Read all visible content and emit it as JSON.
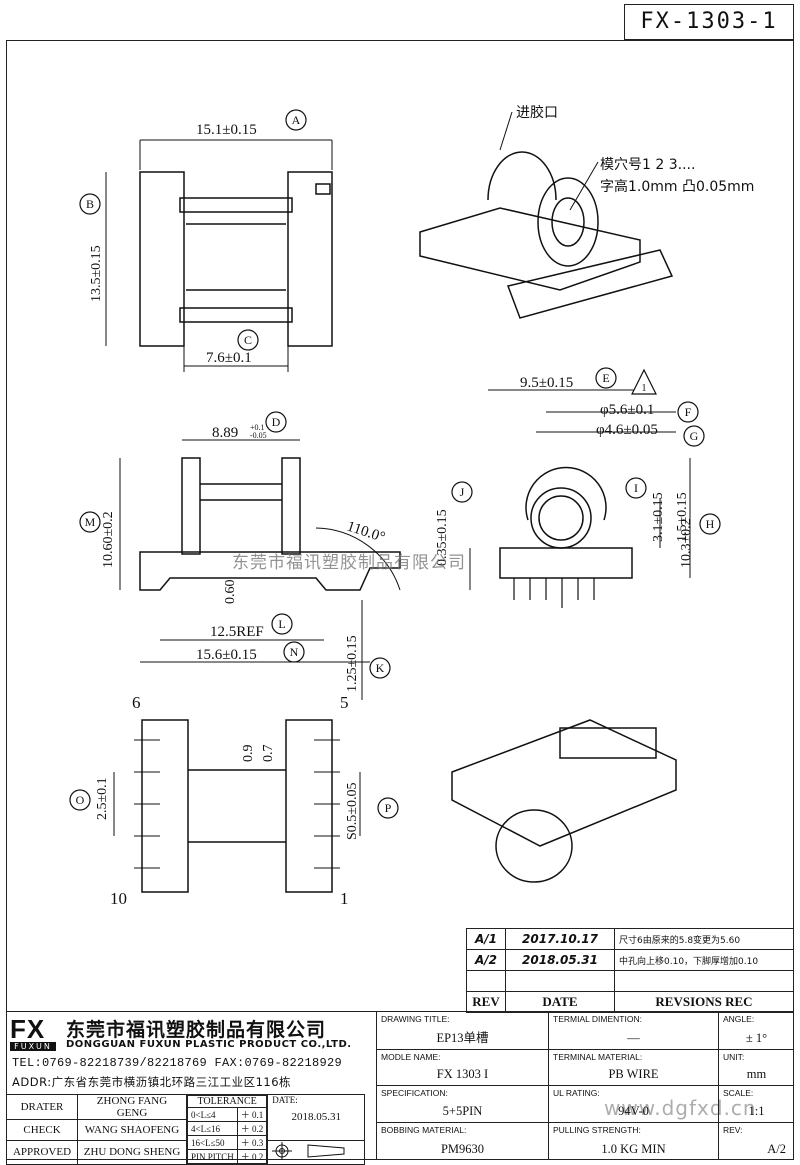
{
  "part_number": "FX-1303-1",
  "notes": {
    "gate": "进胶口",
    "cavity": "模穴号1 2 3....",
    "char_height": "字高1.0mm 凸0.05mm"
  },
  "top_view": {
    "dims": {
      "a": "15.1±0.15",
      "b": "13.5±0.15",
      "c": "7.6±0.1"
    },
    "labels": {
      "a": "A",
      "b": "B",
      "c": "C"
    }
  },
  "front_view": {
    "dims": {
      "d": "8.89",
      "d_tol_up": "+0.1",
      "d_tol_dn": "-0.05",
      "m": "10.60±0.2",
      "h060": "0.60",
      "l": "12.5REF",
      "n": "15.6±0.15",
      "k": "1.25±0.15",
      "angle": "110.0°"
    },
    "labels": {
      "d": "D",
      "m": "M",
      "l": "L",
      "n": "N",
      "k": "K"
    }
  },
  "side_view": {
    "dims": {
      "e": "9.5±0.15",
      "f": "φ5.6±0.1",
      "g": "φ4.6±0.05",
      "i": "1.5±0.15",
      "j": "0.35±0.15",
      "h": "10.3±0.2",
      "h2": "3.1±0.15"
    },
    "labels": {
      "e": "E",
      "f": "F",
      "g": "G",
      "i": "I",
      "j": "J",
      "h": "H",
      "triangle": "1"
    }
  },
  "bottom_view": {
    "dims": {
      "o": "2.5±0.1",
      "p": "S0.5±0.05",
      "v09": "0.9",
      "v07": "0.7"
    },
    "labels": {
      "o": "O",
      "p": "P"
    },
    "pins": {
      "p6": "6",
      "p5": "5",
      "p10": "10",
      "p1": "1"
    }
  },
  "watermark": "东莞市福讯塑胶制品有限公司",
  "watermark_url": "www.dgfxd.cn",
  "revisions": [
    {
      "rev": "A/1",
      "date": "2017.10.17",
      "desc": "尺寸6由原来的5.8变更为5.60"
    },
    {
      "rev": "A/2",
      "date": "2018.05.31",
      "desc": "中孔向上移0.10，下脚厚增加0.10"
    }
  ],
  "revision_header": {
    "rev": "REV",
    "date": "DATE",
    "desc": "REVSIONS REC"
  },
  "company": {
    "logo": "FX",
    "logo_sub": "FUXUN",
    "name_cn": "东莞市福讯塑胶制品有限公司",
    "name_en": "DONGGUAN FUXUN PLASTIC PRODUCT CO.,LTD.",
    "tel": "TEL:0769-82218739/82218769 FAX:0769-82218929",
    "addr": "ADDR:广东省东莞市横沥镇北环路三江工业区116栋"
  },
  "signoff": [
    {
      "role": "DRATER",
      "name": "ZHONG FANG GENG"
    },
    {
      "role": "CHECK",
      "name": "WANG SHAOFENG"
    },
    {
      "role": "APPROVED",
      "name": "ZHU DONG SHENG"
    }
  ],
  "tolerance": {
    "title": "TOLERANCE",
    "rows": [
      {
        "range": "0<L≤4",
        "tol": "＋ 0.1"
      },
      {
        "range": "4<L≤16",
        "tol": "＋ 0.2"
      },
      {
        "range": "16<L≤50",
        "tol": "＋ 0.3"
      },
      {
        "range": "PIN PITCH",
        "tol": "＋ 0.2"
      }
    ]
  },
  "date_label": "DATE:",
  "date_value": "2018.05.31",
  "fields": {
    "drawing_title": {
      "label": "DRAWING TITLE:",
      "value": "EP13单槽"
    },
    "terminal_dimention": {
      "label": "TERMIAL DIMENTION:",
      "value": "—"
    },
    "angle": {
      "label": "ANGLE:",
      "value": "± 1°"
    },
    "module_name": {
      "label": "MODLE NAME:",
      "value": "FX 1303 I"
    },
    "terminal_material": {
      "label": "TERMINAL MATERIAL:",
      "value": "PB WIRE"
    },
    "unit": {
      "label": "UNIT:",
      "value": "mm"
    },
    "specification": {
      "label": "SPECIFICATION:",
      "value": "5+5PIN"
    },
    "ul_rating": {
      "label": "UL RATING:",
      "value": "94V-0"
    },
    "scale": {
      "label": "SCALE:",
      "value": "1:1"
    },
    "bobbing_material": {
      "label": "BOBBING MATERIAL:",
      "value": "PM9630"
    },
    "pulling_strength": {
      "label": "PULLING STRENGTH:",
      "value": "1.0 KG MIN"
    },
    "rev": {
      "label": "REV:",
      "value": "A/2"
    }
  }
}
